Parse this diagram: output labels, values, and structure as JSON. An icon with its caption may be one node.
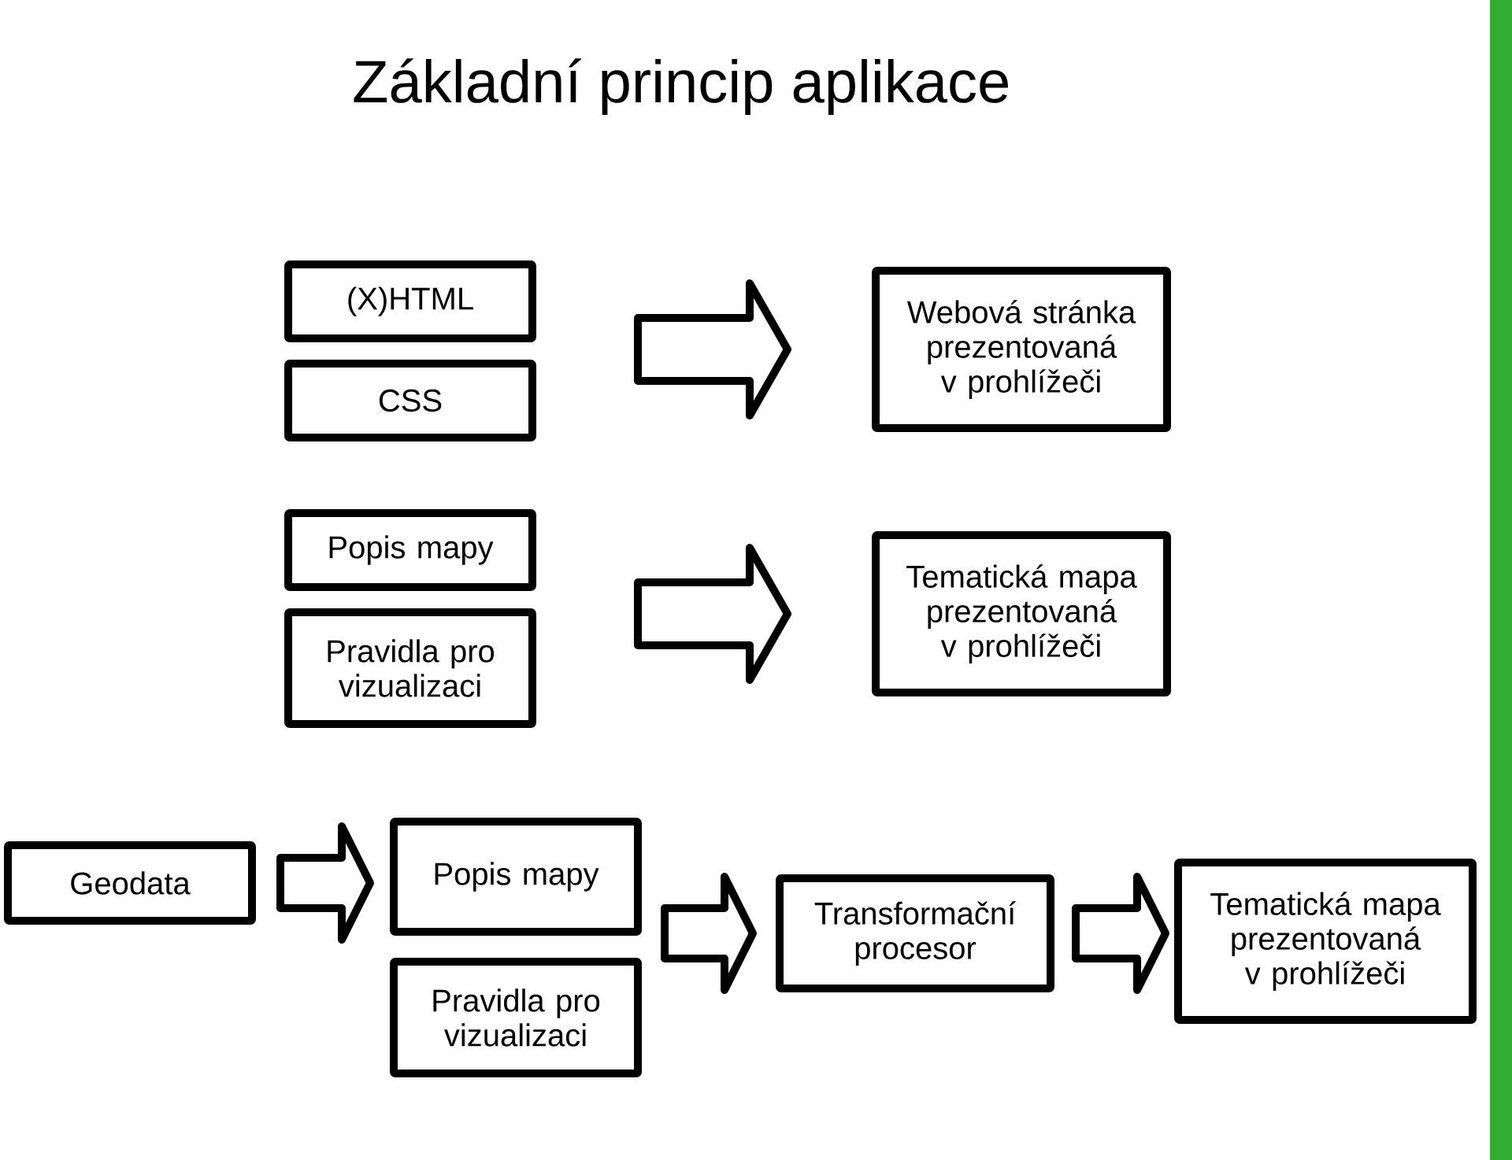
{
  "diagram": {
    "title": "Základní princip aplikace",
    "nodes": [
      {
        "text": [
          "(X)HTML"
        ]
      },
      {
        "text": [
          "CSS"
        ]
      },
      {
        "text": [
          "Webová stránka prezentovaná v prohlížeči"
        ]
      },
      {
        "text": [
          "Popis mapy"
        ]
      },
      {
        "text": [
          "Pravidla pro vizualizaci"
        ]
      },
      {
        "text": [
          "Tematická mapa prezentovaná v prohlížeči"
        ]
      },
      {
        "text": [
          "Geodata"
        ]
      },
      {
        "text": [
          "Popis mapy"
        ]
      },
      {
        "text": [
          "Pravidla pro vizualizaci"
        ]
      },
      {
        "text": [
          "Transformační procesor"
        ]
      },
      {
        "text": [
          "Tematická mapa prezentovaná v prohlížeči"
        ]
      }
    ],
    "edges": [
      {
        "from": 0,
        "to": 2,
        "arrow": "to"
      },
      {
        "from": 1,
        "to": 2,
        "arrow": "to"
      },
      {
        "from": 3,
        "to": 5,
        "arrow": "to"
      },
      {
        "from": 4,
        "to": 5,
        "arrow": "to"
      },
      {
        "from": 6,
        "to": 7,
        "arrow": "to"
      },
      {
        "from": 6,
        "to": 8,
        "arrow": "to"
      },
      {
        "from": 7,
        "to": 9,
        "arrow": "to"
      },
      {
        "from": 8,
        "to": 9,
        "arrow": "to"
      },
      {
        "from": 9,
        "to": 10,
        "arrow": "to"
      }
    ]
  }
}
